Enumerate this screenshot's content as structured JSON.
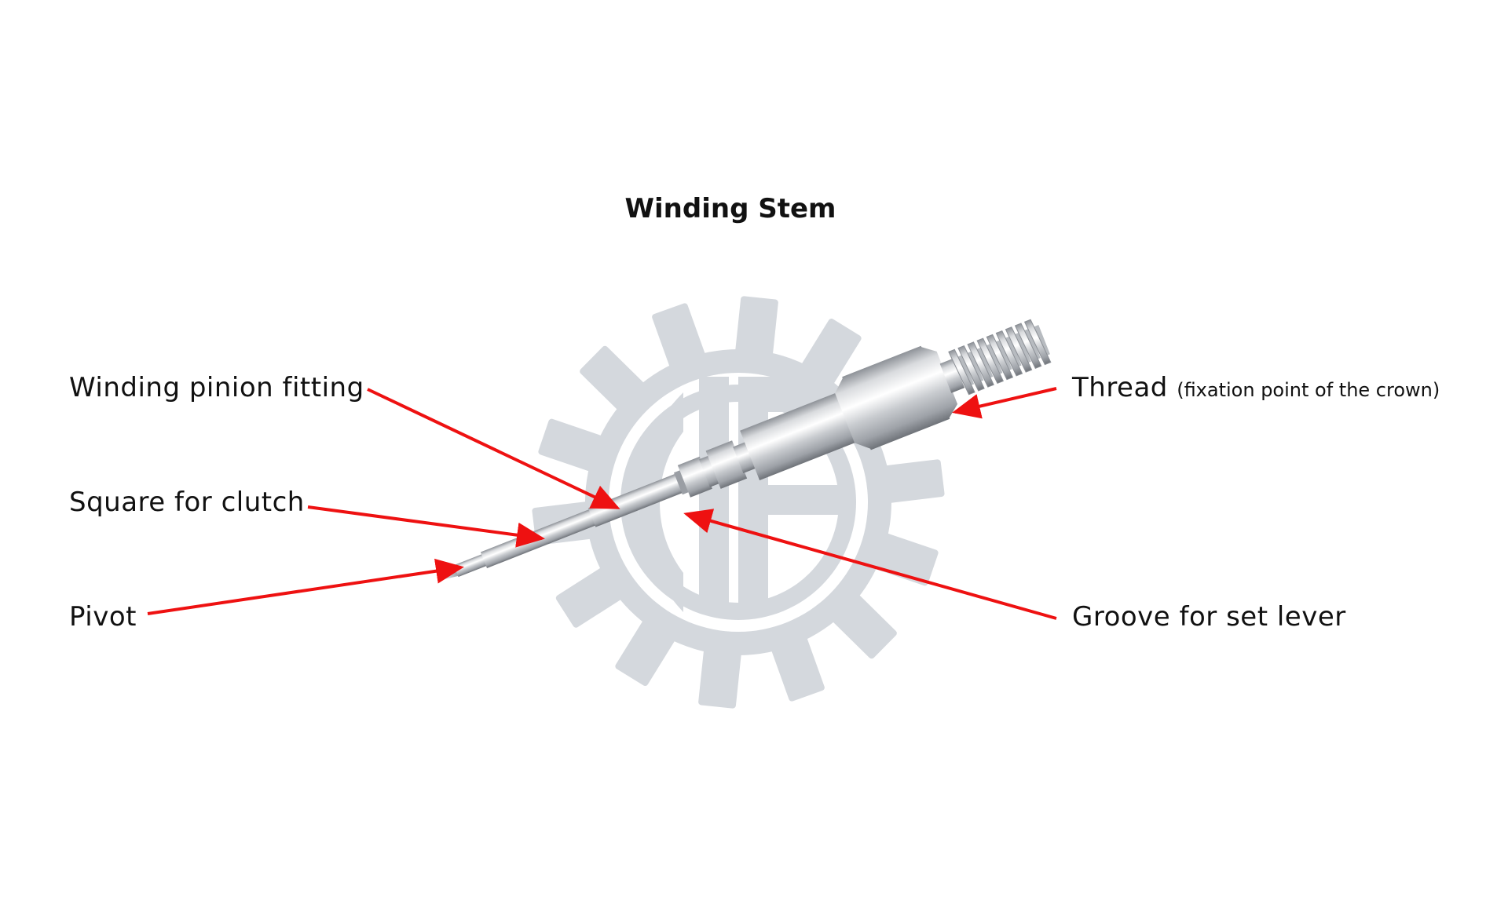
{
  "title": "Winding Stem",
  "labels": {
    "winding_pinion_fitting": "Winding pinion fitting",
    "square_for_clutch": "Square for clutch",
    "pivot": "Pivot",
    "thread": "Thread",
    "thread_note": "(fixation point of the crown)",
    "groove_for_set_lever": "Groove for set lever"
  },
  "colors": {
    "arrow": "#ee1111",
    "watermark": "#d4d8dd",
    "metal_light": "#f4f5f6",
    "metal_dark": "#8c9096"
  },
  "watermark_icon": "gear-logo-icon"
}
